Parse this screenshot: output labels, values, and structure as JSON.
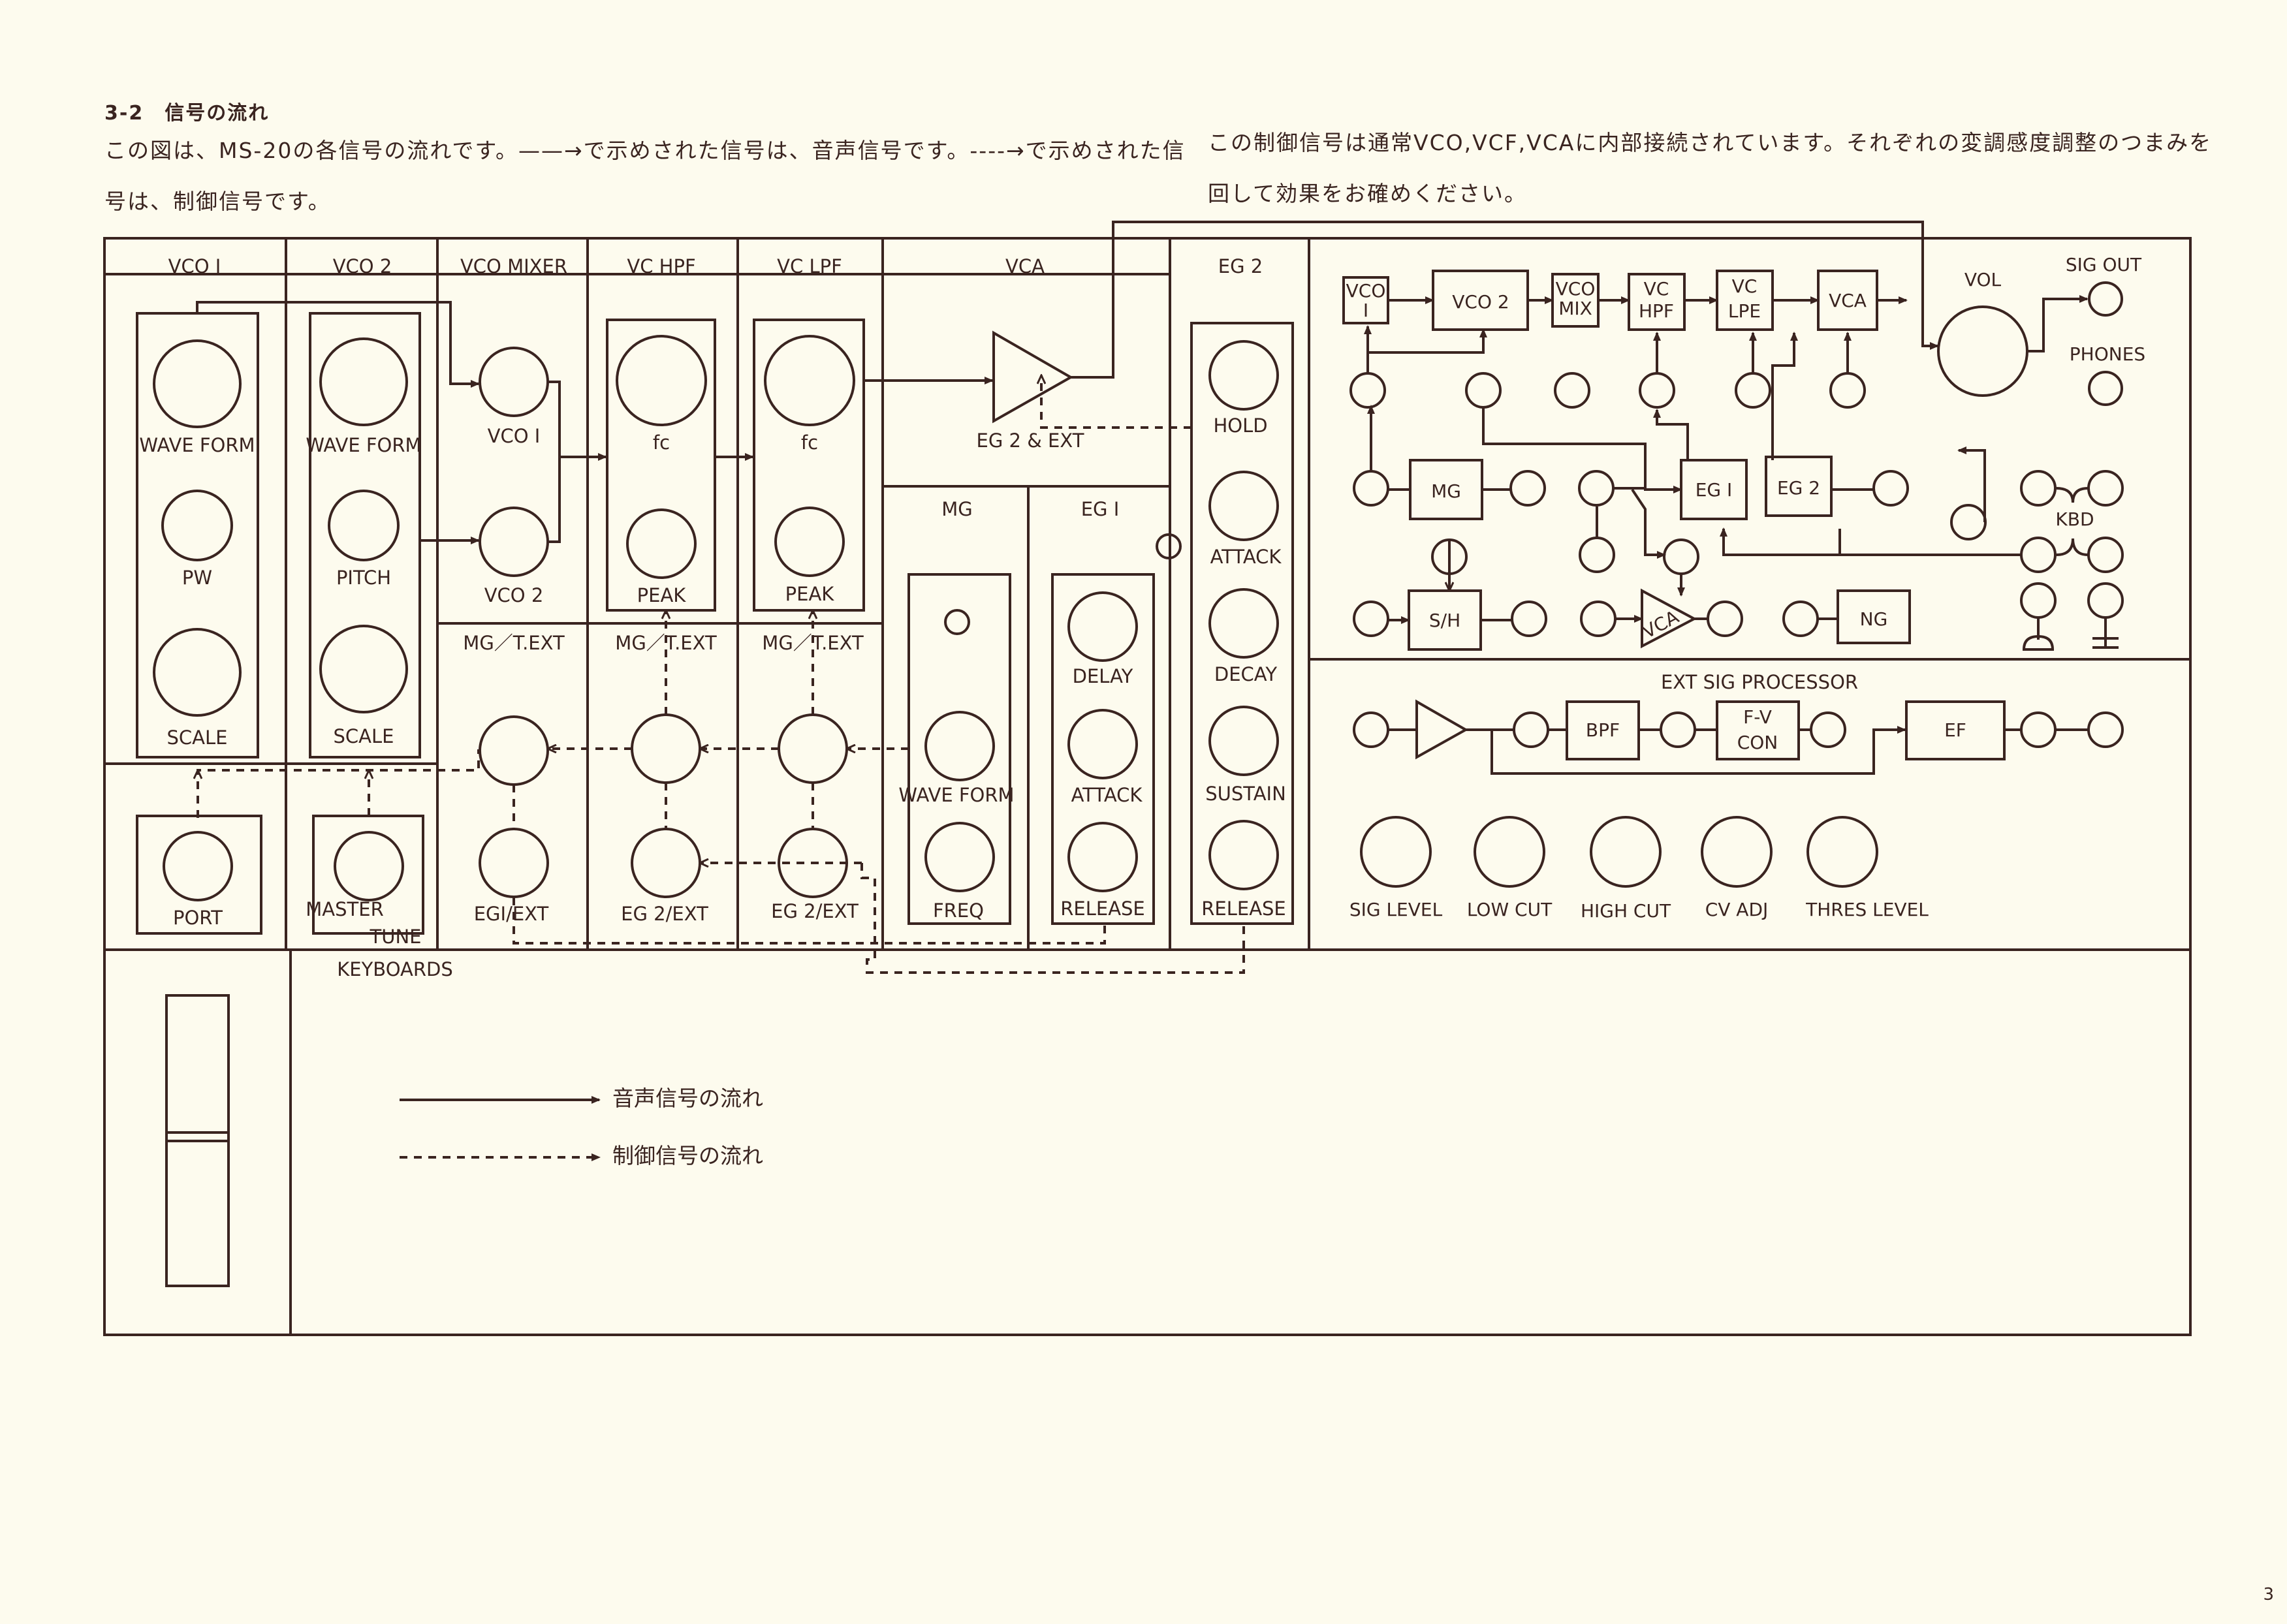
{
  "page": {
    "heading": "3-2　信号の流れ",
    "intro_left": "この図は、MS-20の各信号の流れです。——→で示めされた信号は、音声信号です。----→で示めされた信号は、制御信号です。",
    "intro_right": "この制御信号は通常VCO,VCF,VCAに内部接続されています。それぞれの変調感度調整のつまみを回して効果をお確めください。",
    "page_number": "3"
  },
  "panel": {
    "section_titles": {
      "vco1": "VCO I",
      "vco2": "VCO 2",
      "vco_mixer": "VCO MIXER",
      "vc_hpf": "VC HPF",
      "vc_lpf": "VC LPF",
      "vca": "VCA",
      "eg2": "EG 2",
      "mg": "MG",
      "eg1": "EG I",
      "mg_text": "MG／T.EXT",
      "keyboards": "KEYBOARDS",
      "ext_sig_processor": "EXT SIG PROCESSOR"
    },
    "knob_labels": {
      "vco1_waveform": "WAVE FORM",
      "vco1_pw": "PW",
      "vco1_scale": "SCALE",
      "vco2_waveform": "WAVE FORM",
      "vco2_pitch": "PITCH",
      "vco2_scale": "SCALE",
      "mixer_vco1": "VCO I",
      "mixer_vco2": "VCO 2",
      "hpf_fc": "fc",
      "hpf_peak": "PEAK",
      "lpf_fc": "fc",
      "lpf_peak": "PEAK",
      "vca_mod": "EG 2 & EXT",
      "eg2_hold": "HOLD",
      "eg2_attack": "ATTACK",
      "eg2_decay": "DECAY",
      "eg2_sustain": "SUSTAIN",
      "eg2_release": "RELEASE",
      "mg_waveform": "WAVE FORM",
      "mg_freq": "FREQ",
      "eg1_delay": "DELAY",
      "eg1_attack": "ATTACK",
      "eg1_release": "RELEASE",
      "port": "PORT",
      "master_tune_1": "MASTER",
      "master_tune_2": "TUNE",
      "mod_egi_ext": "EGI/EXT",
      "mod_hpf_eg2_ext": "EG 2/EXT",
      "mod_lpf_eg2_ext": "EG 2/EXT"
    },
    "patch": {
      "vco1": "VCO",
      "vco1_b": "I",
      "vco2": "VCO 2",
      "vco_mix_1": "VCO",
      "vco_mix_2": "MIX",
      "vc_hpf_1": "VC",
      "vc_hpf_2": "HPF",
      "vc_lpe_1": "VC",
      "vc_lpe_2": "LPE",
      "vca": "VCA",
      "vol": "VOL",
      "sig_out": "SIG OUT",
      "phones": "PHONES",
      "mg": "MG",
      "eg1": "EG I",
      "eg2": "EG 2",
      "kbd": "KBD",
      "sh": "S/H",
      "vca_tri": "VCA",
      "ng": "NG"
    },
    "esp": {
      "bpf": "BPF",
      "fv_1": "F-V",
      "fv_2": "CON",
      "ef": "EF",
      "sig_level": "SIG LEVEL",
      "low_cut": "LOW CUT",
      "high_cut": "HIGH CUT",
      "cv_adj": "CV ADJ",
      "thres_level": "THRES LEVEL"
    }
  },
  "legend": {
    "audio": "音声信号の流れ",
    "control": "制御信号の流れ"
  }
}
